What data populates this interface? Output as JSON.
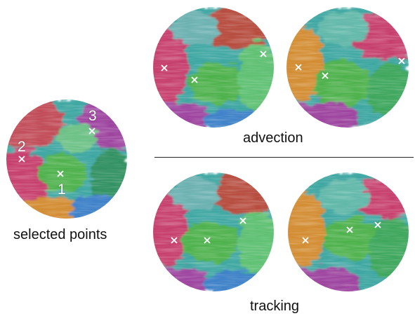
{
  "captions": {
    "selected": "selected points",
    "advection": "advection",
    "tracking": "tracking"
  },
  "selected_labels": {
    "p1": "1",
    "p2": "2",
    "p3": "3"
  },
  "colors": {
    "marker": "#ffffff",
    "divider": "#222222",
    "palette": [
      "#3aa5a0",
      "#4cb04a",
      "#c53a6a",
      "#9b3f9d",
      "#d28a2e",
      "#3a7fc7",
      "#b54a3a"
    ]
  }
}
